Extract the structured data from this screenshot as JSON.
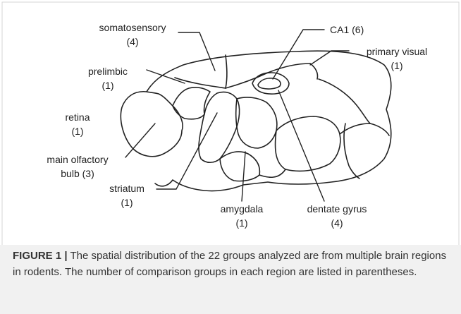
{
  "diagram": {
    "regions": [
      {
        "key": "somatosensory",
        "name": "somatosensory",
        "count": "(4)"
      },
      {
        "key": "ca1",
        "name": "CA1 (6)",
        "count": ""
      },
      {
        "key": "primary_visual",
        "name": "primary visual",
        "count": "(1)"
      },
      {
        "key": "prelimbic",
        "name": "prelimbic",
        "count": "(1)"
      },
      {
        "key": "retina",
        "name": "retina",
        "count": "(1)"
      },
      {
        "key": "main_olfactory_bulb",
        "name": "main olfactory",
        "name2": "bulb (3)",
        "count": ""
      },
      {
        "key": "striatum",
        "name": "striatum",
        "count": "(1)"
      },
      {
        "key": "amygdala",
        "name": "amygdala",
        "count": "(1)"
      },
      {
        "key": "dentate_gyrus",
        "name": "dentate gyrus",
        "count": "(4)"
      }
    ]
  },
  "caption": {
    "label": "FIGURE 1 |",
    "text": " The spatial distribution of the 22 groups analyzed are from multiple brain regions in rodents. The number of comparison groups in each region are listed in parentheses."
  },
  "colors": {
    "stroke": "#222222",
    "background": "#ffffff",
    "caption_band": "#f1f1f1"
  }
}
